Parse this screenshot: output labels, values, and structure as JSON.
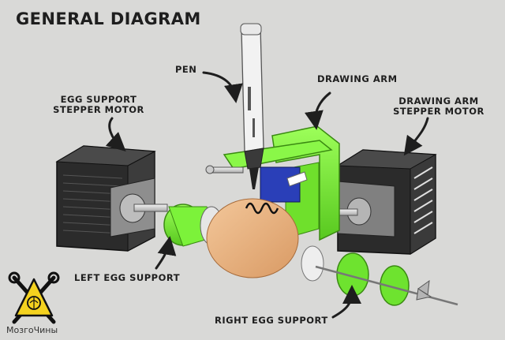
{
  "title": "General Diagram",
  "labels": {
    "pen": "Pen",
    "drawing_arm": "Drawing arm",
    "egg_support_motor_line1": "Egg support",
    "egg_support_motor_line2": "stepper motor",
    "drawing_arm_motor_line1": "Drawing arm",
    "drawing_arm_motor_line2": "stepper motor",
    "left_egg_support": "Left egg support",
    "right_egg_support": "Right egg support"
  },
  "logo": {
    "text": "МозгоЧины"
  },
  "colors": {
    "background": "#d9d9d7",
    "printed_part": "#7cf23a",
    "motor_body": "#2b2b2b",
    "egg": "#e9b483",
    "pen_body": "#f2f2f2",
    "logo_yellow": "#f4d21f"
  },
  "icons": [
    "curved-arrow-icon",
    "brain-warning-logo-icon"
  ]
}
